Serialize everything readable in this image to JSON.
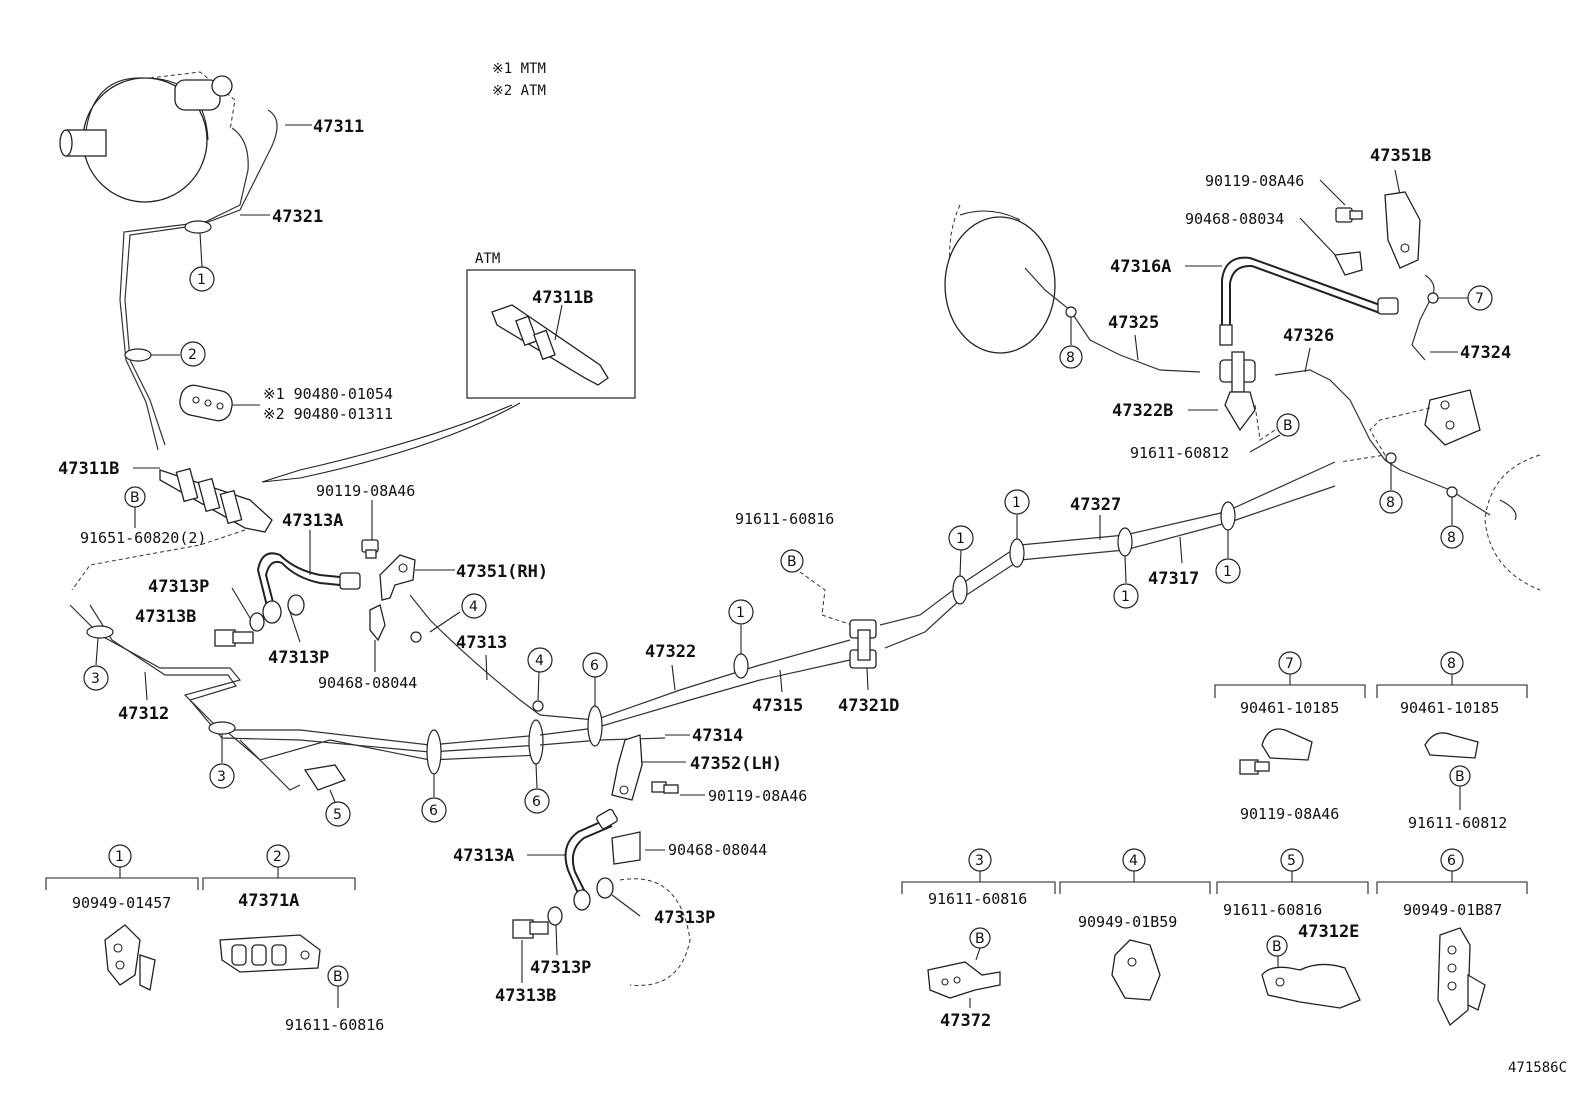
{
  "notes": [
    "※1 MTM",
    "※2 ATM"
  ],
  "atm_box": {
    "title": "ATM",
    "part": "47311B"
  },
  "parts": {
    "p47311": "47311",
    "p47321": "47321",
    "p47311B_main": "47311B",
    "p91651": "91651-60820(2)",
    "p90480a": "※1  90480-01054",
    "p90480b": "※2  90480-01311",
    "p90119_a": "90119-08A46",
    "p47313A_top": "47313A",
    "p47351RH": "47351(RH)",
    "p47313P_a": "47313P",
    "p47313B_a": "47313B",
    "p47313P_b": "47313P",
    "p90468_a": "90468-08044",
    "p47313": "47313",
    "p47312": "47312",
    "p47322": "47322",
    "p47315": "47315",
    "p47321D": "47321D",
    "p91611_top": "91611-60816",
    "p47314": "47314",
    "p47352LH": "47352(LH)",
    "p90119_b": "90119-08A46",
    "p90468_b": "90468-08044",
    "p47313A_bot": "47313A",
    "p47313P_c": "47313P",
    "p47313P_d": "47313P",
    "p47313B_b": "47313B",
    "p47327": "47327",
    "p47317": "47317",
    "p47351B": "47351B",
    "p90119_c": "90119-08A46",
    "p90468_c": "90468-08034",
    "p47316A": "47316A",
    "p47325": "47325",
    "p47326": "47326",
    "p47324": "47324",
    "p47322B": "47322B",
    "p91611_r": "91611-60812"
  },
  "legend": [
    {
      "num": "1",
      "part": "90949-01457"
    },
    {
      "num": "2",
      "part": "47371A",
      "bolt": "91611-60816"
    },
    {
      "num": "3",
      "part": "91611-60816",
      "sub": "47372"
    },
    {
      "num": "4",
      "part": "90949-01B59"
    },
    {
      "num": "5",
      "part": "91611-60816",
      "sub": "47312E"
    },
    {
      "num": "6",
      "part": "90949-01B87"
    },
    {
      "num": "7",
      "part": "90461-10185",
      "bolt": "90119-08A46"
    },
    {
      "num": "8",
      "part": "90461-10185",
      "bolt": "91611-60812"
    }
  ],
  "bolt_mark": "B",
  "callout_numbers": [
    "1",
    "2",
    "3",
    "4",
    "5",
    "6",
    "7",
    "8"
  ],
  "figure_code": "471586C"
}
